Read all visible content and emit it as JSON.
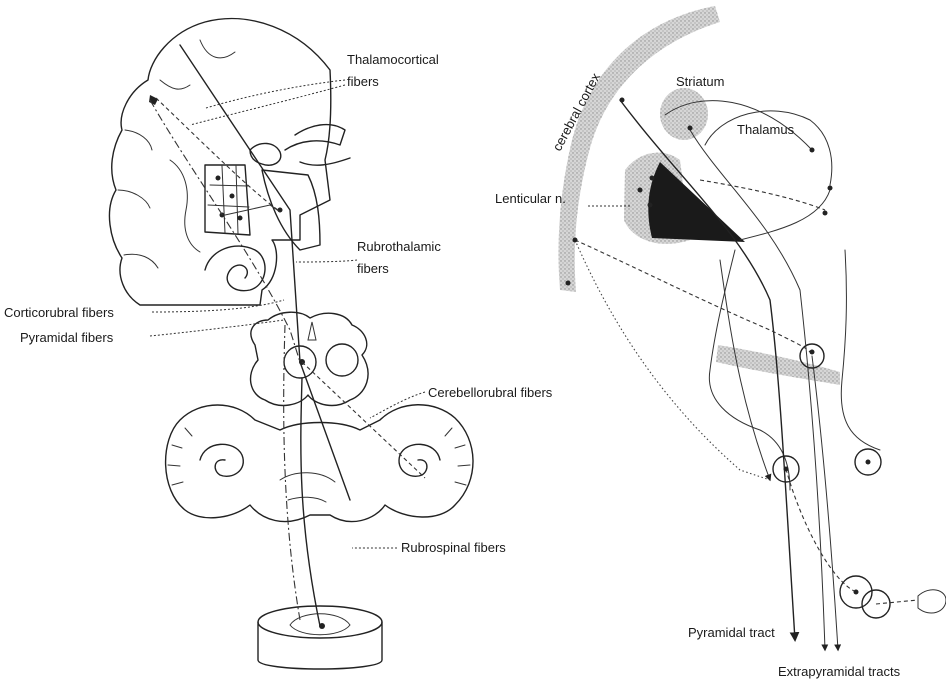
{
  "left_panel": {
    "labels": {
      "thalamocortical": [
        "Thalamocortical",
        "fibers"
      ],
      "rubrothalamic": [
        "Rubrothalamic",
        "fibers"
      ],
      "corticorubral": "Corticorubral fibers",
      "pyramidal_fibers": "Pyramidal fibers",
      "cerebellorubral": "Cerebellorubral fibers",
      "rubrospinal": "Rubrospinal fibers"
    }
  },
  "right_panel": {
    "labels": {
      "cerebral_cortex": "cerebral cortex",
      "striatum": "Striatum",
      "thalamus": "Thalamus",
      "lenticular": "Lenticular n.",
      "pyramidal_tract": "Pyramidal tract",
      "extrapyramidal_tracts": "Extrapyramidal tracts"
    }
  }
}
